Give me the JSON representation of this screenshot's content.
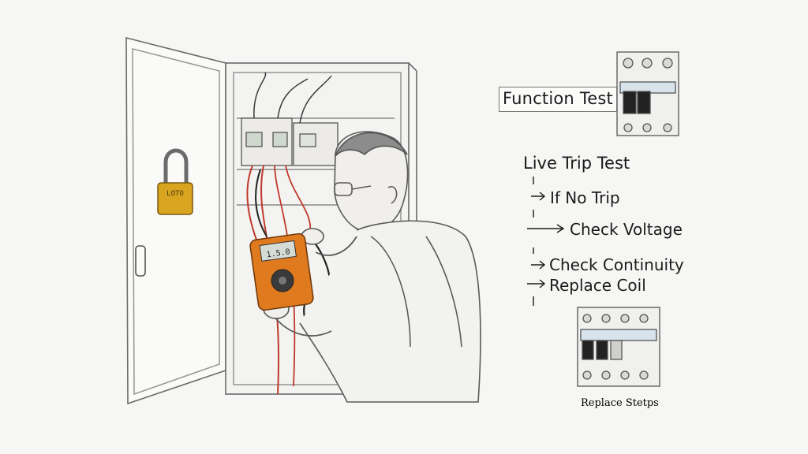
{
  "panel": {
    "function_test": "Function Test",
    "live_trip_test": "Live Trip Test",
    "steps": [
      "If No Trip",
      "Check Voltage",
      "Check Continuity",
      "Replace Coil"
    ],
    "replace_steps": "Replace Stetps"
  },
  "meter": {
    "display_value": "1.5.0"
  },
  "lock": {
    "tag": "LOTO"
  },
  "colors": {
    "background": "#f6f6f4",
    "wire_red": "#c0392b",
    "meter_orange": "#e07a1f",
    "lock_yellow": "#d9a520",
    "pencil": "#555555"
  },
  "icons": {
    "padlock": "padlock-icon",
    "multimeter": "multimeter-icon",
    "breaker_top": "circuit-breaker-icon",
    "breaker_bottom": "circuit-breaker-icon"
  }
}
